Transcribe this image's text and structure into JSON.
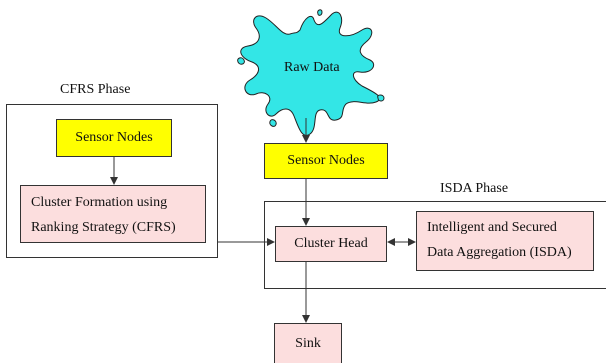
{
  "cfrs_phase": {
    "title": "CFRS Phase",
    "sensor_nodes": "Sensor Nodes",
    "cluster_formation_line1": "Cluster Formation using",
    "cluster_formation_line2": "Ranking Strategy (CFRS)"
  },
  "raw_data": "Raw Data",
  "center_sensor_nodes": "Sensor Nodes",
  "isda_phase": {
    "title": "ISDA Phase",
    "cluster_head": "Cluster Head",
    "isda_line1": "Intelligent and Secured",
    "isda_line2": "Data Aggregation (ISDA)"
  },
  "sink": "Sink",
  "colors": {
    "raw_data_fill": "#33e6e6",
    "sensor_fill": "#ffff00",
    "process_fill": "#fcdede"
  }
}
